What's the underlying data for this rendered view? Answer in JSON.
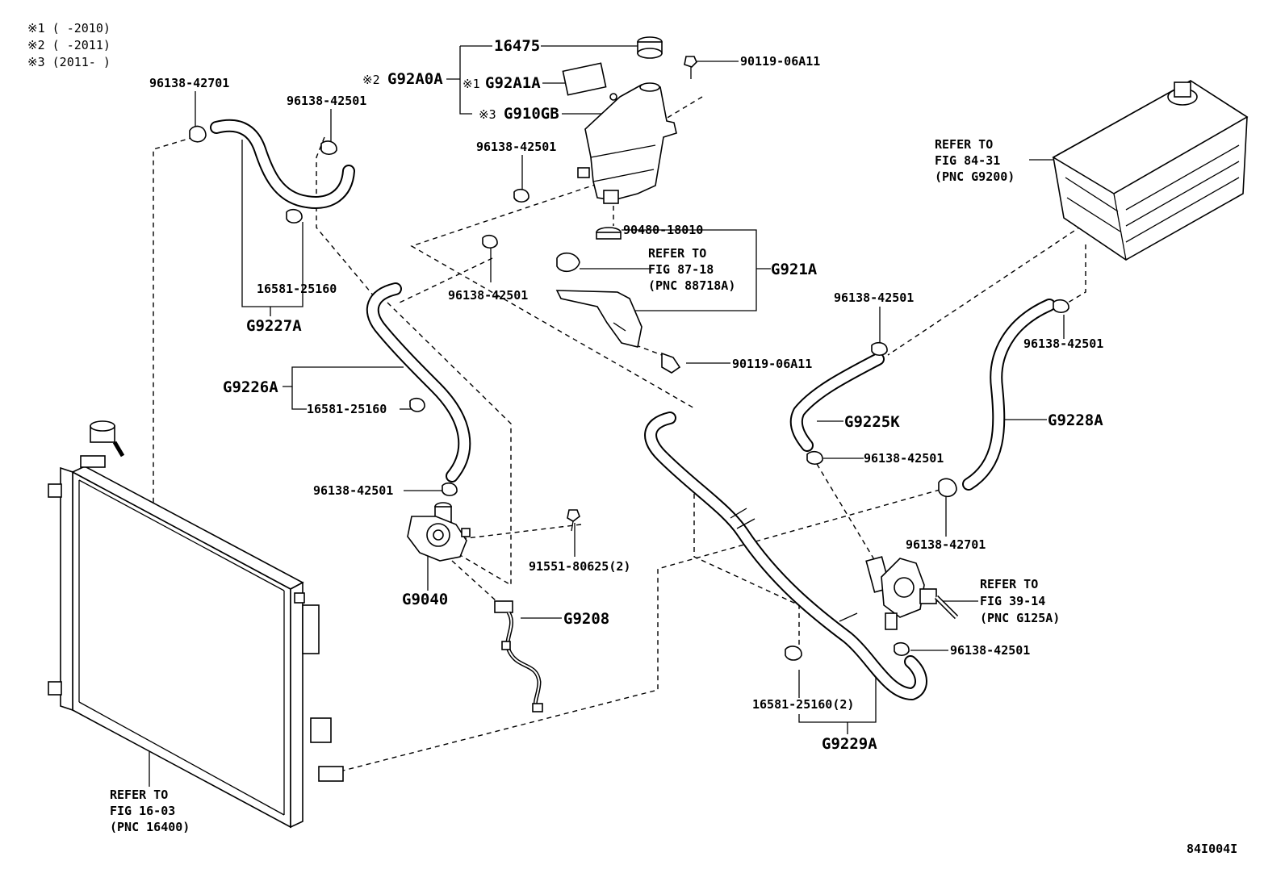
{
  "notes": [
    "※1 (   -2010)",
    "※2 (   -2011)",
    "※3 (2011-   )"
  ],
  "labels": {
    "p16475": "16475",
    "g92a0a_mark": "※2",
    "g92a0a": "G92A0A",
    "g92a1a_mark": "※1",
    "g92a1a": "G92A1A",
    "g910gb_mark": "※3",
    "g910gb": "G910GB",
    "p90119_top": "90119-06A11",
    "p96138_42701_top": "96138-42701",
    "p96138_42501_a": "96138-42501",
    "p96138_42501_b": "96138-42501",
    "p96138_42501_c": "96138-42501",
    "p16581_a": "16581-25160",
    "g9227a": "G9227A",
    "p90480": "90480-18010",
    "g921a_ref1": "REFER TO",
    "g921a_ref2": "FIG 87-18",
    "g921a_ref3": "(PNC 88718A)",
    "g921a": "G921A",
    "p90119_mid": "90119-06A11",
    "g9226a": "G9226A",
    "p16581_b": "16581-25160",
    "p96138_42501_d": "96138-42501",
    "p91551": "91551-80625(2)",
    "g9040": "G9040",
    "g9208": "G9208",
    "inv_ref1": "REFER TO",
    "inv_ref2": "FIG 84-31",
    "inv_ref3": "(PNC G9200)",
    "p96138_42501_e": "96138-42501",
    "p96138_42501_f": "96138-42501",
    "g9225k": "G9225K",
    "p96138_42501_g": "96138-42501",
    "g9228a": "G9228A",
    "p96138_42701_low": "96138-42701",
    "pump_ref1": "REFER TO",
    "pump_ref2": "FIG 39-14",
    "pump_ref3": "(PNC G125A)",
    "p96138_42501_h": "96138-42501",
    "p16581_c": "16581-25160(2)",
    "g9229a": "G9229A",
    "rad_ref1": "REFER TO",
    "rad_ref2": "FIG 16-03",
    "rad_ref3": "(PNC 16400)",
    "code": "84I004I"
  }
}
